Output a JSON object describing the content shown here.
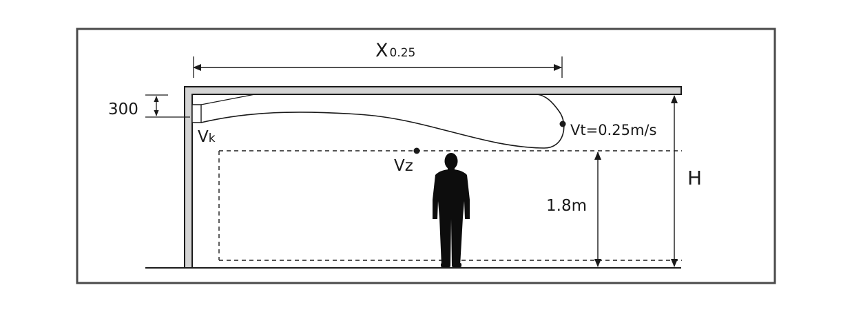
{
  "labels": {
    "throw_distance_main": "X",
    "throw_distance_sub": "0.25",
    "offset_dimension": "300",
    "outlet_velocity_main": "V",
    "outlet_velocity_sub": "k",
    "terminal_velocity": "Vt=0.25m/s",
    "zone_velocity": "Vz",
    "occupied_height": "1.8m",
    "room_height": "H"
  },
  "colors": {
    "frame": "#4a4a4a",
    "wall_fill": "#d4d4d4",
    "line": "#1a1a1a",
    "silhouette": "#0d0d0d"
  }
}
